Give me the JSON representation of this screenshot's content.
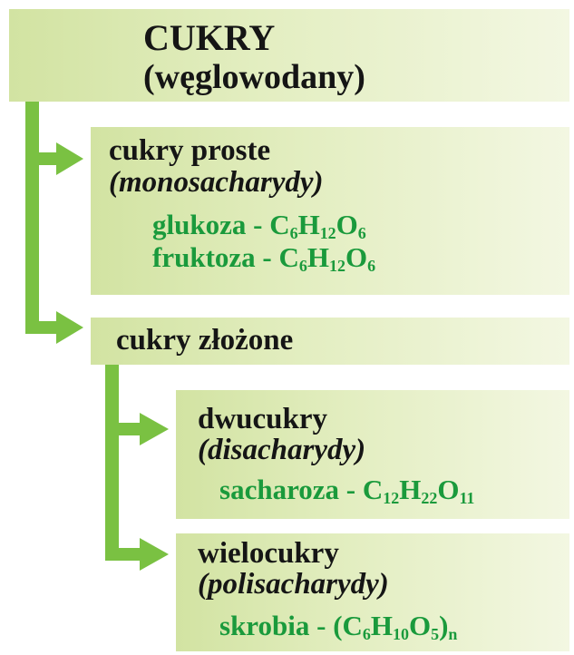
{
  "colors": {
    "connector": "#7ac142",
    "formula_text": "#1a9a3c",
    "heading_text": "#151515",
    "box_fill": "#d2e3a2"
  },
  "root": {
    "title": "CUKRY",
    "subtitle": "(węglowodany)"
  },
  "simple_sugars": {
    "title": "cukry proste",
    "subtitle": "(monosacharydy)",
    "items": [
      {
        "name": "glukoza",
        "sep": " - ",
        "formula": "C6H12O6"
      },
      {
        "name": "fruktoza",
        "sep": " - ",
        "formula": "C6H12O6"
      }
    ]
  },
  "complex_sugars": {
    "title": "cukry złożone"
  },
  "disaccharides": {
    "title": "dwucukry",
    "subtitle": "(disacharydy)",
    "items": [
      {
        "name": "sacharoza",
        "sep": " - ",
        "formula": "C12H22O11"
      }
    ]
  },
  "polysaccharides": {
    "title": "wielocukry",
    "subtitle": "(polisacharydy)",
    "items": [
      {
        "name": "skrobia",
        "sep": " - ",
        "formula": "(C6H10O5)n"
      }
    ]
  }
}
